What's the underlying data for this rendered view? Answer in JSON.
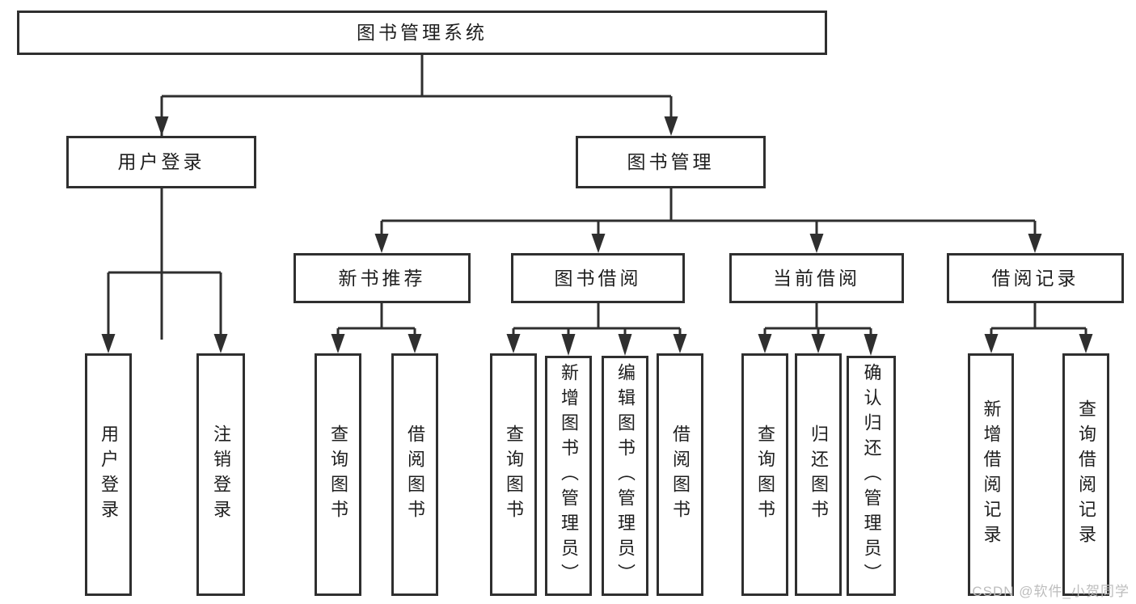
{
  "diagram": {
    "root": {
      "label": "图书管理系统"
    },
    "level2": [
      {
        "label": "用户登录"
      },
      {
        "label": "图书管理"
      }
    ],
    "level3": [
      {
        "label": "新书推荐",
        "parent": "图书管理"
      },
      {
        "label": "图书借阅",
        "parent": "图书管理"
      },
      {
        "label": "当前借阅",
        "parent": "图书管理"
      },
      {
        "label": "借阅记录",
        "parent": "图书管理"
      }
    ],
    "leaves": [
      {
        "label": "用户登录",
        "parent": "用户登录"
      },
      {
        "label": "注销登录",
        "parent": "用户登录"
      },
      {
        "label": "查询图书",
        "parent": "新书推荐"
      },
      {
        "label": "借阅图书",
        "parent": "新书推荐"
      },
      {
        "label": "查询图书",
        "parent": "图书借阅"
      },
      {
        "label": "新增图书（管理员）",
        "parent": "图书借阅"
      },
      {
        "label": "编辑图书（管理员）",
        "parent": "图书借阅"
      },
      {
        "label": "借阅图书",
        "parent": "图书借阅"
      },
      {
        "label": "查询图书",
        "parent": "当前借阅"
      },
      {
        "label": "归还图书",
        "parent": "当前借阅"
      },
      {
        "label": "确认归还（管理员）",
        "parent": "当前借阅"
      },
      {
        "label": "新增借阅记录",
        "parent": "借阅记录"
      },
      {
        "label": "查询借阅记录",
        "parent": "借阅记录"
      }
    ]
  },
  "watermark": {
    "text": "CSDN @软件_小贺同学"
  },
  "colors": {
    "line": "#2f2f2f",
    "box_border": "#2f2f2f",
    "text": "#1e1e1e",
    "watermark": "#bdbdbd",
    "background": "#ffffff"
  }
}
